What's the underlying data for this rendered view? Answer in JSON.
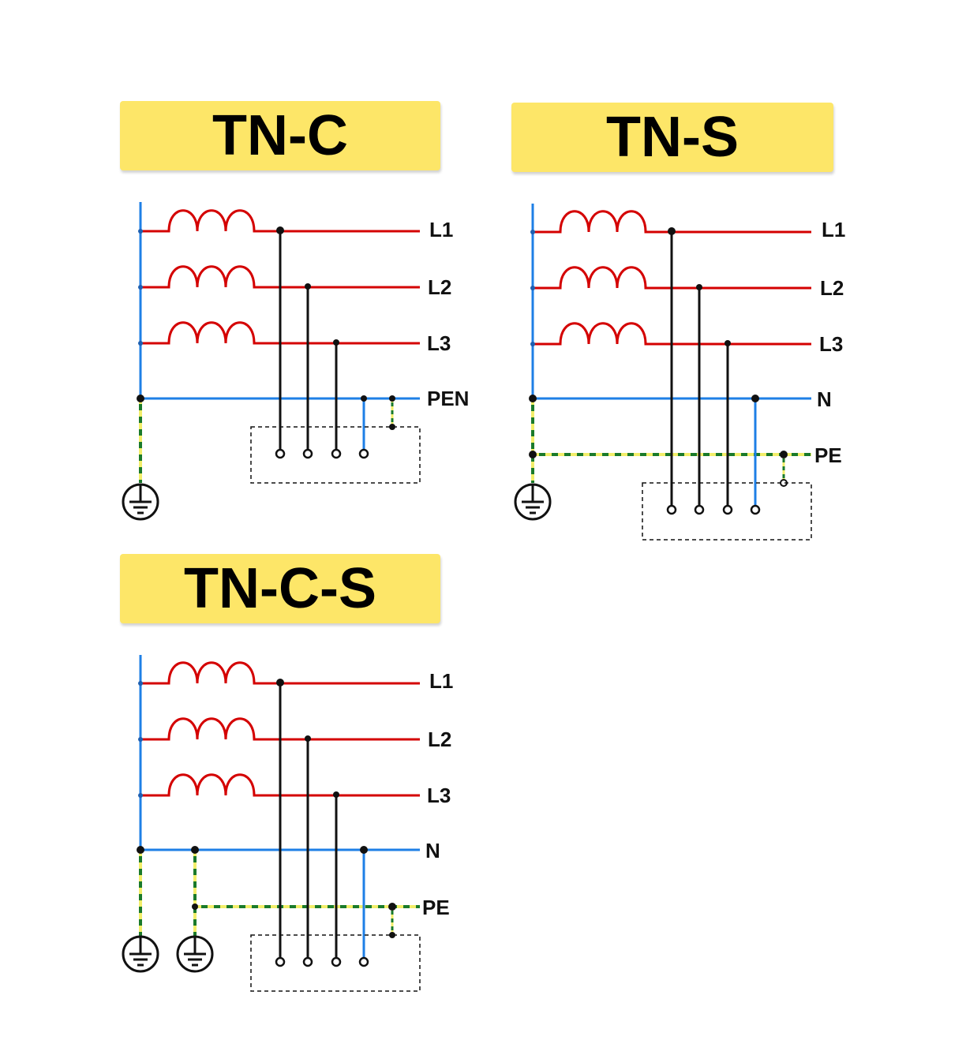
{
  "diagrams": [
    {
      "id": "tnc",
      "title": "TN-C",
      "labels": [
        "L1",
        "L2",
        "L3",
        "PEN"
      ]
    },
    {
      "id": "tns",
      "title": "TN-S",
      "labels": [
        "L1",
        "L2",
        "L3",
        "N",
        "PE"
      ]
    },
    {
      "id": "tncs",
      "title": "TN-C-S",
      "labels": [
        "L1",
        "L2",
        "L3",
        "N",
        "PE"
      ]
    }
  ],
  "colors": {
    "phase": "#d40000",
    "neutral": "#1e7fe6",
    "conductor": "#111111",
    "pe_green": "#1a7a2a",
    "pe_yellow": "#f2ee6a",
    "title_bg": "#fde668"
  },
  "icons": [
    "earth-ground-icon",
    "coil-icon",
    "terminal-icon",
    "junction-dot-icon"
  ]
}
